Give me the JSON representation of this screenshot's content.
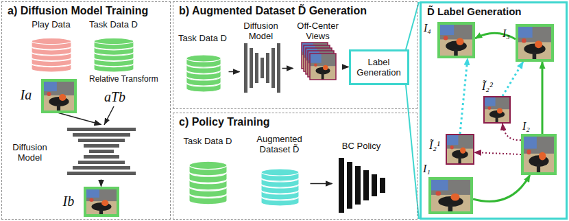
{
  "diagram": {
    "nodes": [
      {
        "text": [
          "a) Diffusion Model Training"
        ]
      },
      {
        "text": [
          "Play Data"
        ],
        "in": 0
      },
      {
        "text": [
          "Task Data D"
        ],
        "in": 0
      },
      {
        "text": [
          "Ia"
        ],
        "in": 0
      },
      {
        "text": [
          "Diffusion Model"
        ],
        "in": 0
      },
      {
        "text": [
          "Ib"
        ],
        "in": 0
      },
      {
        "text": [
          "b) Augmented Dataset D̃ Generation"
        ]
      },
      {
        "text": [
          "Task Data D"
        ],
        "in": 6
      },
      {
        "text": [
          "Diffusion Model"
        ],
        "in": 6
      },
      {
        "text": [
          "Off-Center Views"
        ],
        "in": 6
      },
      {
        "text": [
          "Label Generation"
        ],
        "in": 6
      },
      {
        "text": [
          "c) Policy Training"
        ]
      },
      {
        "text": [
          "Task Data D"
        ],
        "in": 11
      },
      {
        "text": [
          "Augmented Dataset D̃"
        ],
        "in": 11
      },
      {
        "text": [
          "BC Policy"
        ],
        "in": 11
      },
      {
        "text": [
          "D̃ Label Generation"
        ]
      },
      {
        "text": [
          "I₄"
        ],
        "in": 15
      },
      {
        "text": [
          "I₃"
        ],
        "in": 15
      },
      {
        "text": [
          "Ĩ₂²"
        ],
        "in": 15
      },
      {
        "text": [
          "Ĩ₂¹"
        ],
        "in": 15
      },
      {
        "text": [
          "I₂"
        ],
        "in": 15
      },
      {
        "text": [
          "I₁"
        ],
        "in": 15
      }
    ],
    "edges": [
      {
        "from": 3,
        "to": 4,
        "arrow": "to"
      },
      {
        "from": 4,
        "to": 5,
        "arrow": "to"
      },
      {
        "from": 7,
        "to": 8,
        "arrow": "to"
      },
      {
        "from": 8,
        "to": 9,
        "arrow": "to"
      },
      {
        "from": 9,
        "to": 10,
        "arrow": "to"
      },
      {
        "from": 13,
        "to": 14,
        "arrow": "to"
      },
      {
        "from": 21,
        "to": 20,
        "arrow": "to"
      },
      {
        "from": 20,
        "to": 17,
        "arrow": "to"
      },
      {
        "from": 17,
        "to": 16,
        "arrow": "to"
      },
      {
        "from": 20,
        "to": 19,
        "arrow": "to"
      },
      {
        "from": 20,
        "to": 18,
        "arrow": "to"
      },
      {
        "from": 19,
        "to": 16,
        "arrow": "to"
      },
      {
        "from": 18,
        "to": 17,
        "arrow": "to"
      }
    ],
    "labels": [
      "Relative Transform",
      "aTb"
    ]
  }
}
